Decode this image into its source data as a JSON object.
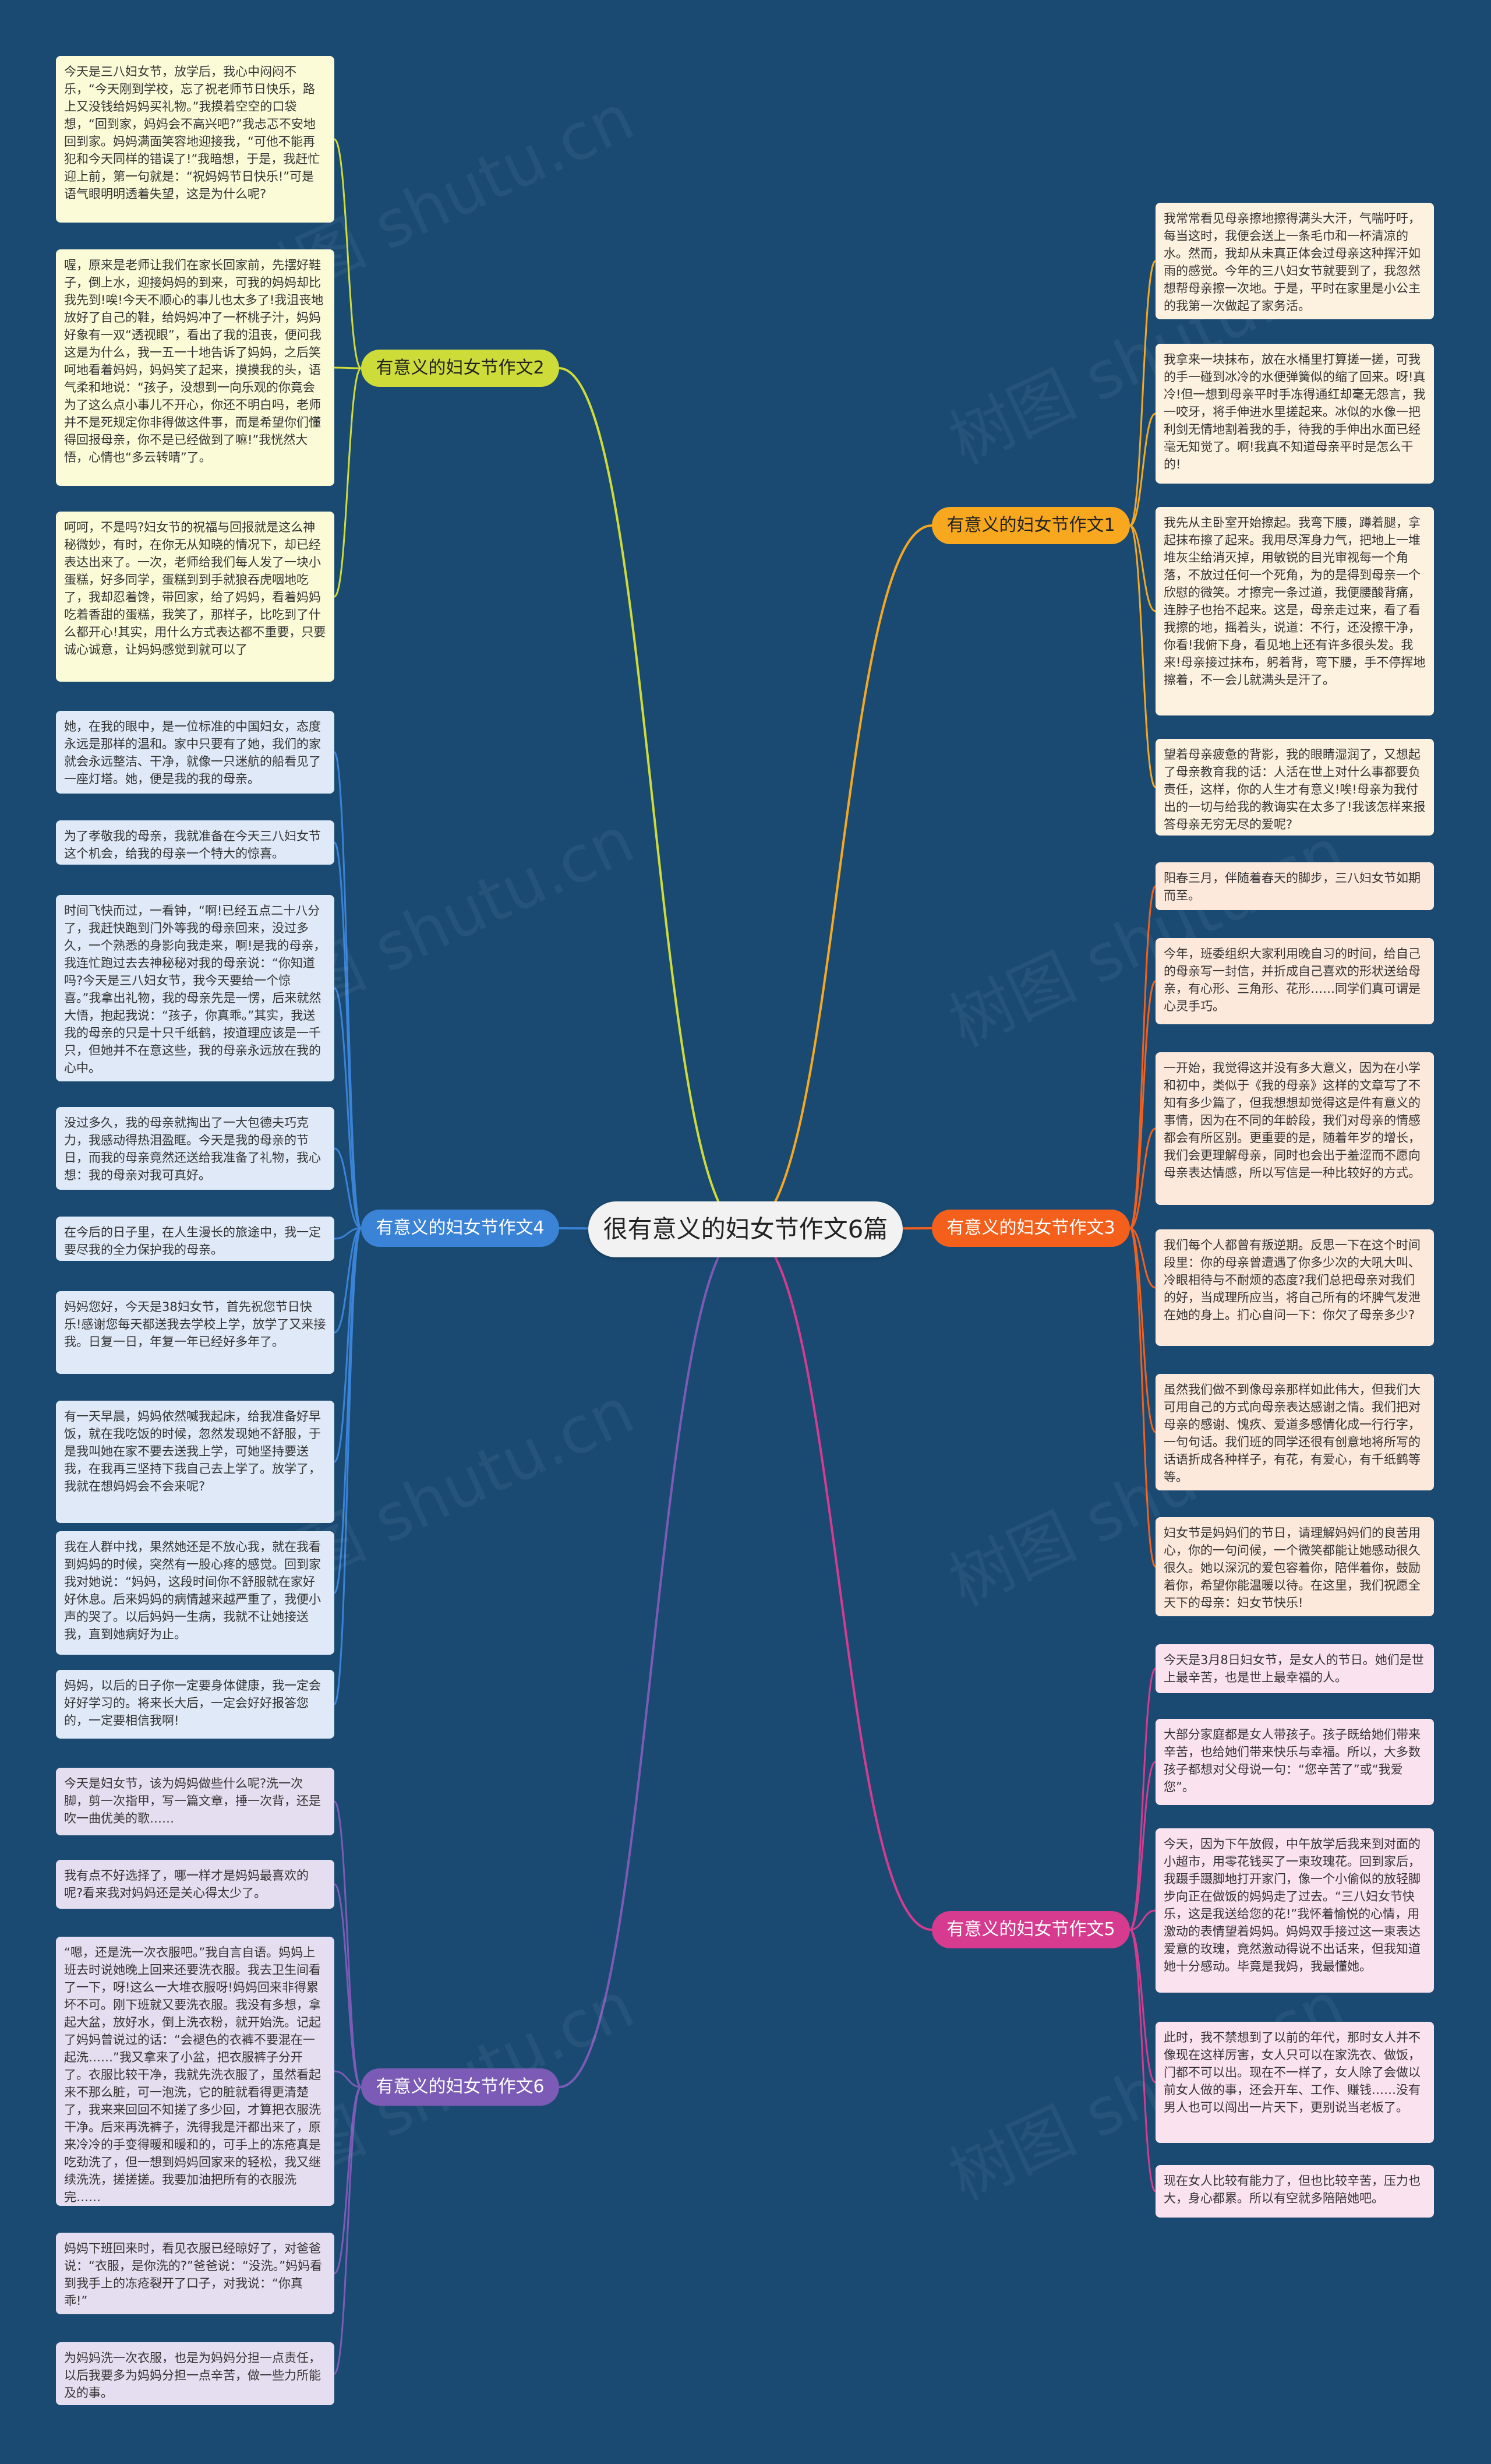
{
  "center": "很有意义的妇女节作文6篇",
  "colors": {
    "background": "#1a4a72",
    "branch1": "#f7a81e",
    "branch2": "#cddc39",
    "branch3": "#f4601c",
    "branch4": "#3b83d6",
    "branch5": "#d63b8f",
    "branch6": "#7b5bb5"
  },
  "branches": [
    {
      "label": "有意义的妇女节作文1",
      "notes": [
        "我常常看见母亲擦地擦得满头大汗，气喘吁吁，每当这时，我便会送上一条毛巾和一杯清凉的水。然而，我却从未真正体会过母亲这种挥汗如雨的感觉。今年的三八妇女节就要到了，我忽然想帮母亲擦一次地。于是，平时在家里是小公主的我第一次做起了家务活。",
        "我拿来一块抹布，放在水桶里打算搓一搓，可我的手一碰到冰冷的水便弹簧似的缩了回来。呀!真冷!但一想到母亲平时手冻得通红却毫无怨言，我一咬牙，将手伸进水里搓起来。冰似的水像一把利剑无情地割着我的手，待我的手伸出水面已经毫无知觉了。啊!我真不知道母亲平时是怎么干的!",
        "我先从主卧室开始擦起。我弯下腰，蹲着腿，拿起抹布擦了起来。我用尽浑身力气，把地上一堆堆灰尘给消灭掉，用敏锐的目光审视每一个角落，不放过任何一个死角，为的是得到母亲一个欣慰的微笑。才擦完一条过道，我便腰酸背痛，连脖子也抬不起来。这是，母亲走过来，看了看我擦的地，摇着头，说道：不行，还没擦干净，你看!我俯下身，看见地上还有许多很头发。我来!母亲接过抹布，躬着背，弯下腰，手不停挥地擦着，不一会儿就满头是汗了。",
        "望着母亲疲惫的背影，我的眼睛湿润了，又想起了母亲教育我的话：人活在世上对什么事都要负责任，这样，你的人生才有意义!唉!母亲为我付出的一切与给我的教诲实在太多了!我该怎样来报答母亲无穷无尽的爱呢?"
      ]
    },
    {
      "label": "有意义的妇女节作文2",
      "notes": [
        "今天是三八妇女节，放学后，我心中闷闷不乐，“今天刚到学校，忘了祝老师节日快乐，路上又没钱给妈妈买礼物。”我摸着空空的口袋想，“回到家，妈妈会不高兴吧?”我忐忑不安地回到家。妈妈满面笑容地迎接我，“可他不能再犯和今天同样的错误了!”我暗想，于是，我赶忙迎上前，第一句就是：“祝妈妈节日快乐!”可是语气眼明明透着失望，这是为什么呢?",
        "喔，原来是老师让我们在家长回家前，先摆好鞋子，倒上水，迎接妈妈的到来，可我的妈妈却比我先到!唉!今天不顺心的事儿也太多了!我沮丧地放好了自己的鞋，给妈妈冲了一杯桃子汁，妈妈好象有一双“透视眼”，看出了我的沮丧，便问我这是为什么，我一五一十地告诉了妈妈，之后笑呵地看着妈妈，妈妈笑了起来，摸摸我的头，语气柔和地说：“孩子，没想到一向乐观的你竟会为了这么点小事儿不开心，你还不明白吗，老师并不是死规定你非得做这件事，而是希望你们懂得回报母亲，你不是已经做到了嘛!”我恍然大悟，心情也“多云转晴”了。",
        "呵呵，不是吗?妇女节的祝福与回报就是这么神秘微妙，有时，在你无从知晓的情况下，却已经表达出来了。一次，老师给我们每人发了一块小蛋糕，好多同学，蛋糕到到手就狼吞虎咽地吃了，我却忍着馋，带回家，给了妈妈，看着妈妈吃着香甜的蛋糕，我笑了，那样子，比吃到了什么都开心!其实，用什么方式表达都不重要，只要诚心诚意，让妈妈感觉到就可以了"
      ]
    },
    {
      "label": "有意义的妇女节作文3",
      "notes": [
        "阳春三月，伴随着春天的脚步，三八妇女节如期而至。",
        "今年，班委组织大家利用晚自习的时间，给自己的母亲写一封信，并折成自己喜欢的形状送给母亲，有心形、三角形、花形……同学们真可谓是心灵手巧。",
        "一开始，我觉得这并没有多大意义，因为在小学和初中，类似于《我的母亲》这样的文章写了不知有多少篇了，但我想想却觉得这是件有意义的事情，因为在不同的年龄段，我们对母亲的情感都会有所区别。更重要的是，随着年岁的增长，我们会更理解母亲，同时也会出于羞涩而不愿向母亲表达情感，所以写信是一种比较好的方式。",
        "我们每个人都曾有叛逆期。反思一下在这个时间段里：你的母亲曾遭遇了你多少次的大吼大叫、冷眼相待与不耐烦的态度?我们总把母亲对我们的好，当成理所应当，将自己所有的坏脾气发泄在她的身上。扪心自问一下：你欠了母亲多少?",
        "虽然我们做不到像母亲那样如此伟大，但我们大可用自己的方式向母亲表达感谢之情。我们把对母亲的感谢、愧疚、爱道多感情化成一行行字，一句句话。我们班的同学还很有创意地将所写的话语折成各种样子，有花，有爱心，有千纸鹤等等。",
        "妇女节是妈妈们的节日，请理解妈妈们的良苦用心，你的一句问候，一个微笑都能让她感动很久很久。她以深沉的爱包容着你，陪伴着你，鼓励着你，希望你能温暖以待。在这里，我们祝愿全天下的母亲：妇女节快乐!"
      ]
    },
    {
      "label": "有意义的妇女节作文4",
      "notes": [
        "她，在我的眼中，是一位标准的中国妇女，态度永远是那样的温和。家中只要有了她，我们的家就会永远整洁、干净，就像一只迷航的船看见了一座灯塔。她，便是我的我的母亲。",
        "为了孝敬我的母亲，我就准备在今天三八妇女节这个机会，给我的母亲一个特大的惊喜。",
        "时间飞快而过，一看钟，“啊!已经五点二十八分了，我赶快跑到门外等我的母亲回来，没过多久，一个熟悉的身影向我走来，啊!是我的母亲，我连忙跑过去去神秘秘对我的母亲说：“你知道吗?今天是三八妇女节，我今天要给一个惊喜。”我拿出礼物，我的母亲先是一愣，后来就然大悟，抱起我说：“孩子，你真乖。”其实，我送我的母亲的只是十只千纸鹤，按道理应该是一千只，但她并不在意这些，我的母亲永远放在我的心中。",
        "没过多久，我的母亲就掏出了一大包德夫巧克力，我感动得热泪盈眶。今天是我的母亲的节日，而我的母亲竟然还送给我准备了礼物，我心想：我的母亲对我可真好。",
        "在今后的日子里，在人生漫长的旅途中，我一定要尽我的全力保护我的母亲。",
        "妈妈您好，今天是38妇女节，首先祝您节日快乐!感谢您每天都送我去学校上学，放学了又来接我。日复一日，年复一年已经好多年了。",
        "有一天早晨，妈妈依然喊我起床，给我准备好早饭，就在我吃饭的时候，忽然发现她不舒服，于是我叫她在家不要去送我上学，可她坚持要送我，在我再三坚持下我自己去上学了。放学了，我就在想妈妈会不会来呢?",
        "我在人群中找，果然她还是不放心我，就在我看到妈妈的时候，突然有一股心疼的感觉。回到家我对她说：“妈妈，这段时间你不舒服就在家好好休息。后来妈妈的病情越来越严重了，我便小声的哭了。以后妈妈一生病，我就不让她接送我，直到她病好为止。",
        "妈妈，以后的日子你一定要身体健康，我一定会好好学习的。将来长大后，一定会好好报答您的，一定要相信我啊!"
      ]
    },
    {
      "label": "有意义的妇女节作文5",
      "notes": [
        "今天是3月8日妇女节，是女人的节日。她们是世上最辛苦，也是世上最幸福的人。",
        "大部分家庭都是女人带孩子。孩子既给她们带来辛苦，也给她们带来快乐与幸福。所以，大多数孩子都想对父母说一句：“您辛苦了”或“我爱您”。",
        "今天，因为下午放假，中午放学后我来到对面的小超市，用零花钱买了一束玫瑰花。回到家后，我蹑手蹑脚地打开家门，像一个小偷似的放轻脚步向正在做饭的妈妈走了过去。“三八妇女节快乐，这是我送给您的花!”我怀着愉悦的心情，用激动的表情望着妈妈。妈妈双手接过这一束表达爱意的玫瑰，竟然激动得说不出话来，但我知道她十分感动。毕竟是我妈，我最懂她。",
        "此时，我不禁想到了以前的年代，那时女人并不像现在这样厉害，女人只可以在家洗衣、做饭，门都不可以出。现在不一样了，女人除了会做以前女人做的事，还会开车、工作、赚钱……没有男人也可以闯出一片天下，更别说当老板了。",
        "现在女人比较有能力了，但也比较辛苦，压力也大，身心都累。所以有空就多陪陪她吧。"
      ]
    },
    {
      "label": "有意义的妇女节作文6",
      "notes": [
        "今天是妇女节，该为妈妈做些什么呢?洗一次脚，剪一次指甲，写一篇文章，捶一次背，还是吹一曲优美的歌……",
        "我有点不好选择了，哪一样才是妈妈最喜欢的呢?看来我对妈妈还是关心得太少了。",
        "“嗯，还是洗一次衣服吧。”我自言自语。妈妈上班去时说她晚上回来还要洗衣服。我去卫生间看了一下，呀!这么一大堆衣服呀!妈妈回来非得累坏不可。刚下班就又要洗衣服。我没有多想，拿起大盆，放好水，倒上洗衣粉，就开始洗。记起了妈妈曾说过的话：“会褪色的衣裤不要混在一起洗……”我又拿来了小盆，把衣服裤子分开了。衣服比较干净，我就先洗衣服了，虽然看起来不那么脏，可一泡洗，它的脏就看得更清楚了，我来来回回不知搓了多少回，才算把衣服洗干净。后来再洗裤子，洗得我是汗都出来了，原来冷冷的手变得暖和暖和的，可手上的冻疮真是吃劲洗了，但一想到妈妈回家来的轻松，我又继续洗洗，搓搓搓。我要加油把所有的衣服洗完……",
        "妈妈下班回来时，看见衣服已经晾好了，对爸爸说：“衣服，是你洗的?”爸爸说：“没洗。”妈妈看到我手上的冻疮裂开了口子，对我说：“你真乖!”",
        "为妈妈洗一次衣服，也是为妈妈分担一点责任，以后我要多为妈妈分担一点辛苦，做一些力所能及的事。"
      ]
    }
  ]
}
